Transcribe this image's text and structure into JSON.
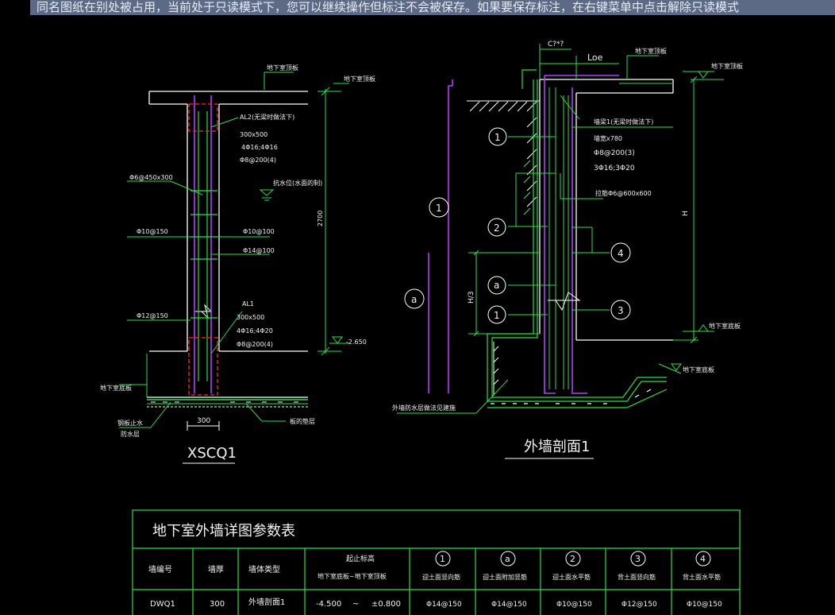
{
  "banner": "同名图纸在别处被占用，当前处于只读模式下，您可以继续操作但标注不会被保存。如果要保存标注，在右键菜单中点击解除只读模式",
  "left": {
    "title": "XSCQ1",
    "top_label": "地下室顶板",
    "al2_label": "AL2(无梁时做法下)",
    "al2_size": "300x500",
    "al2_bars": "4Φ16;4Φ16",
    "al2_stirrup": "Φ8@200(4)",
    "tie_bar": "Φ6@450x300",
    "water_level": "抗水位(水面的制)",
    "bar_left1": "Φ10@150",
    "bar_right1": "Φ10@100",
    "bar_right2": "Φ14@100",
    "bar_left2": "Φ12@150",
    "al1_label": "AL1",
    "al1_size": "300x500",
    "al1_bars": "4Φ16;4Φ20",
    "al1_stirrup": "Φ8@200(4)",
    "height_dim": "2700",
    "elev": "-2.650",
    "floor_label": "地下室底板",
    "wp_label1": "钢板止水",
    "wp_label2": "防水层",
    "thickness": "300",
    "bottom_right": "板的垫层"
  },
  "right": {
    "title": "外墙剖面1",
    "dim_top": "C?*?",
    "loe": "Loe",
    "top_label1": "地下室顶板",
    "top_label2": "地下室顶板",
    "beam_label": "墙梁1(无梁时做法下)",
    "beam_w": "墙宽x780",
    "beam_stirrup": "Φ8@200(3)",
    "beam_bars": "3Φ16;3Φ20",
    "tie_bar": "拉筋Φ6@600x600",
    "h_label": "H",
    "h3_label": "H/3",
    "bottom_label": "地下室底板",
    "bottom_label2": "地下室底板",
    "wp_label": "外墙防水层做法见建施",
    "m1": "1",
    "m2": "2",
    "m3": "3",
    "m4": "4",
    "ma": "a"
  },
  "table": {
    "title": "地下室外墙详图参数表",
    "headers": {
      "wall_no": "墙编号",
      "thickness": "墙厚",
      "type": "墙体类型",
      "elev_top": "起止标高",
      "elev_sub": "地下室底板~地下室顶板",
      "c1_mark": "1",
      "c1_sub": "迎土面竖向筋",
      "c2_mark": "a",
      "c2_sub": "迎土面附加竖筋",
      "c3_mark": "2",
      "c3_sub": "迎土面水平筋",
      "c4_mark": "3",
      "c4_sub": "背土面竖向筋",
      "c5_mark": "4",
      "c5_sub": "背土面水平筋"
    },
    "row": {
      "wall_no": "DWQ1",
      "thickness": "300",
      "type": "外墙剖面1",
      "elev_from": "-4.500",
      "tilde": "~",
      "elev_to": "±0.800",
      "c1": "Φ14@150",
      "c2": "Φ14@150",
      "c3": "Φ10@150",
      "c4": "Φ12@150",
      "c5": "Φ10@150"
    }
  }
}
